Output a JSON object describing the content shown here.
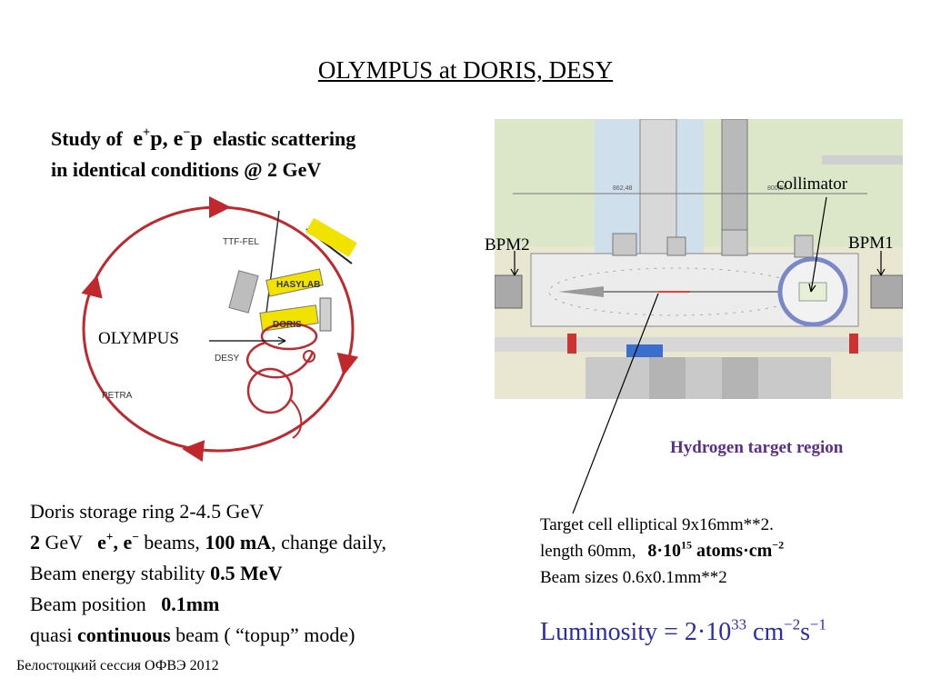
{
  "slide": {
    "title": "OLYMPUS at DORIS, DESY",
    "study": {
      "line1_prefix": "Study of",
      "line1_suffix": "elastic scattering",
      "line2": "in  identical conditions @ 2 GeV"
    },
    "ring_map": {
      "labels": {
        "ttf": "TTF-FEL",
        "hasylab": "HASYLAB",
        "doris": "DORIS",
        "desy": "DESY",
        "petra": "PETRA"
      },
      "olympus_label": "OLYMPUS"
    },
    "left_text": {
      "l1": "Doris storage ring 2-4.5 GeV",
      "l2_num": "2",
      "l2_unit": " GeV",
      "l2_beams": " beams, ",
      "l2_current": "100 mA",
      "l2_rest": ", change daily,",
      "l3_pre": "Beam energy stability ",
      "l3_val": "0.5 MeV",
      "l4_pre": "Beam position   ",
      "l4_val": "0.1mm",
      "l5_pre": "quasi ",
      "l5_bold": "continuous",
      "l5_rest": " beam  ( “topup” mode)"
    },
    "photo": {
      "collimator": "collimator",
      "bpm1": "BPM1",
      "bpm2": "BPM2",
      "dim1": "862,48",
      "dim2": "800,56"
    },
    "hydrogen_region": "Hydrogen target region",
    "right_text": {
      "l1": "Target cell elliptical 9x16mm**2.",
      "l2": "length 60mm,",
      "l3": "Beam sizes 0.6x0.1mm**2"
    },
    "luminosity": {
      "lhs": "Luminosity",
      "rhs": "= 2·10"
    },
    "footer": "Белостоцкий сессия ОФВЭ 2012",
    "colors": {
      "ring_red": "#c0282d",
      "label_purple": "#5b2d8e",
      "luminosity_blue": "#2a2ab8",
      "hasylab_yellow": "#f2e200"
    }
  }
}
